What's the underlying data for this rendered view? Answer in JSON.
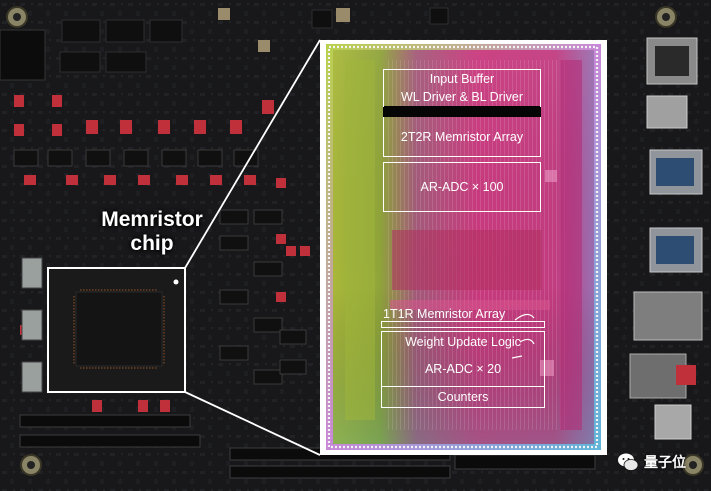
{
  "figure": {
    "chip_label_line1": "Memristor",
    "chip_label_line2": "chip",
    "regions_top": {
      "input_buffer": "Input Buffer",
      "driver": "WL Driver & BL Driver",
      "array_2t2r": "2T2R Memristor Array",
      "adc_100": "AR-ADC × 100"
    },
    "regions_bottom": {
      "array_1t1r": "1T1R Memristor Array",
      "weight_update": "Weight Update Logic",
      "adc_20": "AR-ADC × 20",
      "counters": "Counters"
    },
    "watermark": "量子位"
  },
  "colors": {
    "board": "#1c1d1f",
    "die_magenta": "#c8377d",
    "die_green": "#8fb23a",
    "label_text": "#ffffff"
  }
}
